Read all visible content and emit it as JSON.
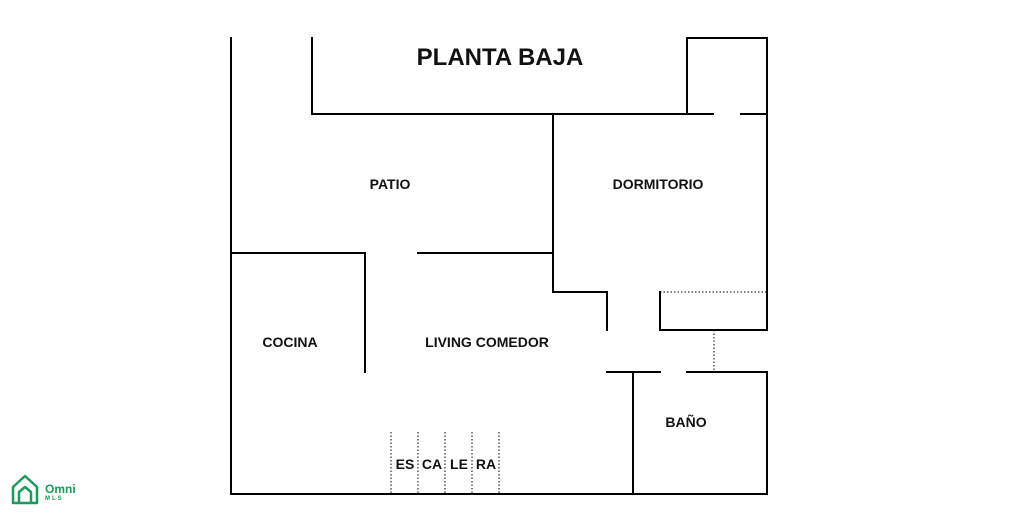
{
  "title": "PLANTA BAJA",
  "rooms": {
    "patio": "PATIO",
    "dormitorio": "DORMITORIO",
    "cocina": "COCINA",
    "living": "LIVING COMEDOR",
    "bano": "BAÑO"
  },
  "stairs": [
    "ES",
    "CA",
    "LE",
    "RA"
  ],
  "logo": {
    "name": "Omni",
    "sub": "MLS",
    "color": "#1a9a5c"
  }
}
